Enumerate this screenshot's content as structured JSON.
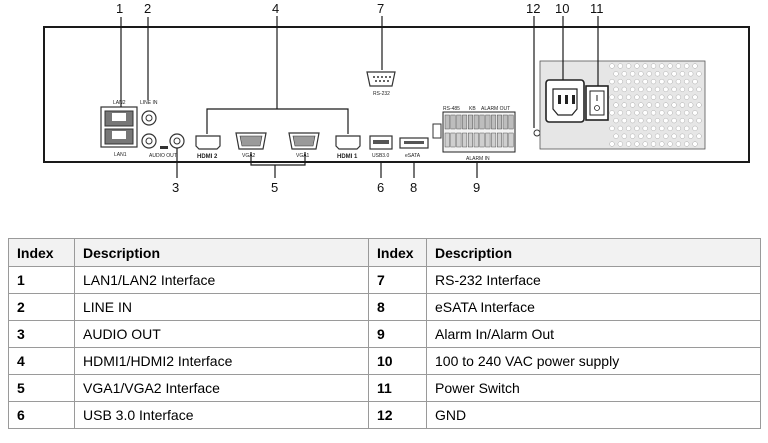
{
  "callouts": [
    "1",
    "2",
    "3",
    "4",
    "5",
    "6",
    "7",
    "8",
    "9",
    "10",
    "11",
    "12"
  ],
  "panel_labels": {
    "lan2": "LAN2",
    "lan1": "LAN1",
    "line_in": "LINE IN",
    "audio_out": "AUDIO OUT",
    "hdmi2": "HDMI 2",
    "vga2": "VGA2",
    "vga1": "VGA1",
    "hdmi1": "HDMI 1",
    "usb": "USB3.0",
    "esata": "eSATA",
    "rs232": "RS-232",
    "rs485": "RS-485",
    "alarm_out": "ALARM OUT",
    "alarm_in": "ALARM IN",
    "kb": "KB"
  },
  "table": {
    "headers": [
      "Index",
      "Description",
      "Index",
      "Description"
    ],
    "rows": [
      {
        "idx_a": "1",
        "desc_a": "LAN1/LAN2 Interface",
        "idx_b": "7",
        "desc_b": "RS-232 Interface"
      },
      {
        "idx_a": "2",
        "desc_a": "LINE IN",
        "idx_b": "8",
        "desc_b": "eSATA Interface"
      },
      {
        "idx_a": "3",
        "desc_a": "AUDIO OUT",
        "idx_b": "9",
        "desc_b": "Alarm In/Alarm Out"
      },
      {
        "idx_a": "4",
        "desc_a": "HDMI1/HDMI2 Interface",
        "idx_b": "10",
        "desc_b": "100 to 240 VAC power supply"
      },
      {
        "idx_a": "5",
        "desc_a": "VGA1/VGA2 Interface",
        "idx_b": "11",
        "desc_b": "Power Switch"
      },
      {
        "idx_a": "6",
        "desc_a": "USB 3.0 Interface",
        "idx_b": "12",
        "desc_b": "GND"
      }
    ]
  }
}
